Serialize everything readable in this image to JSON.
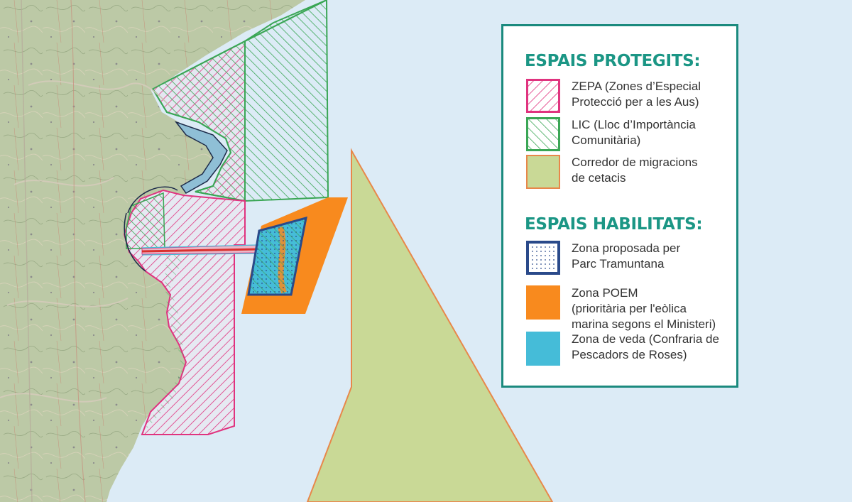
{
  "legend": {
    "protected_heading": "ESPAIS PROTEGITS:",
    "protected_items": [
      {
        "label": "ZEPA (Zones d’Especial\nProtecció per a les Aus)",
        "swatch": "pink-hatch",
        "color": "#e0337f"
      },
      {
        "label": "LIC (Lloc d’Importància\nComunitària)",
        "swatch": "green-hatch",
        "color": "#3aa655"
      },
      {
        "label": "Corredor de migracions\nde cetacis",
        "swatch": "light-green-fill",
        "color": "#c9d996"
      }
    ],
    "habitats_heading": "ESPAIS HABILITATS:",
    "habitat_items": [
      {
        "label": "Zona proposada per\nParc Tramuntana",
        "swatch": "blue-dotted",
        "color": "#2a4a8a"
      },
      {
        "label": "Zona POEM\n(prioritària per l'eòlica\nmarina segons el Ministeri)",
        "swatch": "orange-fill",
        "color": "#f88a1e"
      },
      {
        "label": "Zona de veda (Confraria de\nPescadors de Roses)",
        "swatch": "cyan-fill",
        "color": "#45bcd8"
      }
    ]
  },
  "map": {
    "colors": {
      "sea": "#dcebf6",
      "land": "#b9c8a4",
      "zepa": "#e0337f",
      "lic": "#3aa655",
      "corridor": "#c9d996",
      "corridor_border": "#e8874a",
      "poem": "#f88a1e",
      "veda": "#45bcd8",
      "tramuntana": "#2a4a8a",
      "cable": "#d9302e"
    }
  }
}
